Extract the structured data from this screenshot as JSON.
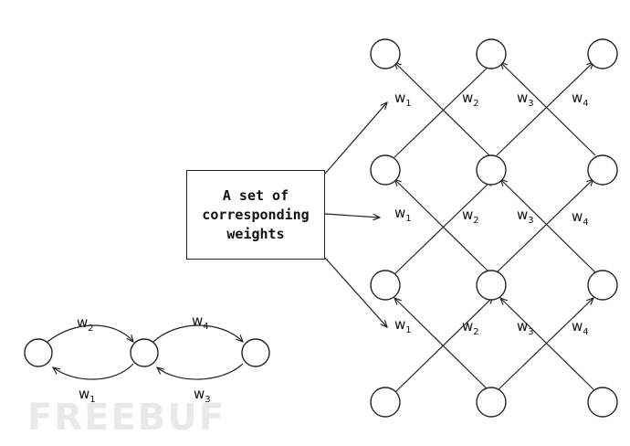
{
  "box": {
    "lines": [
      "A set of",
      "corresponding",
      "weights"
    ]
  },
  "weight_labels": [
    {
      "letter": "w",
      "sub": "1"
    },
    {
      "letter": "w",
      "sub": "2"
    },
    {
      "letter": "w",
      "sub": "3"
    },
    {
      "letter": "w",
      "sub": "4"
    }
  ],
  "watermark": "FREEBUF",
  "colors": {
    "ink": "#222222",
    "watermark": "#e9e9e9"
  }
}
